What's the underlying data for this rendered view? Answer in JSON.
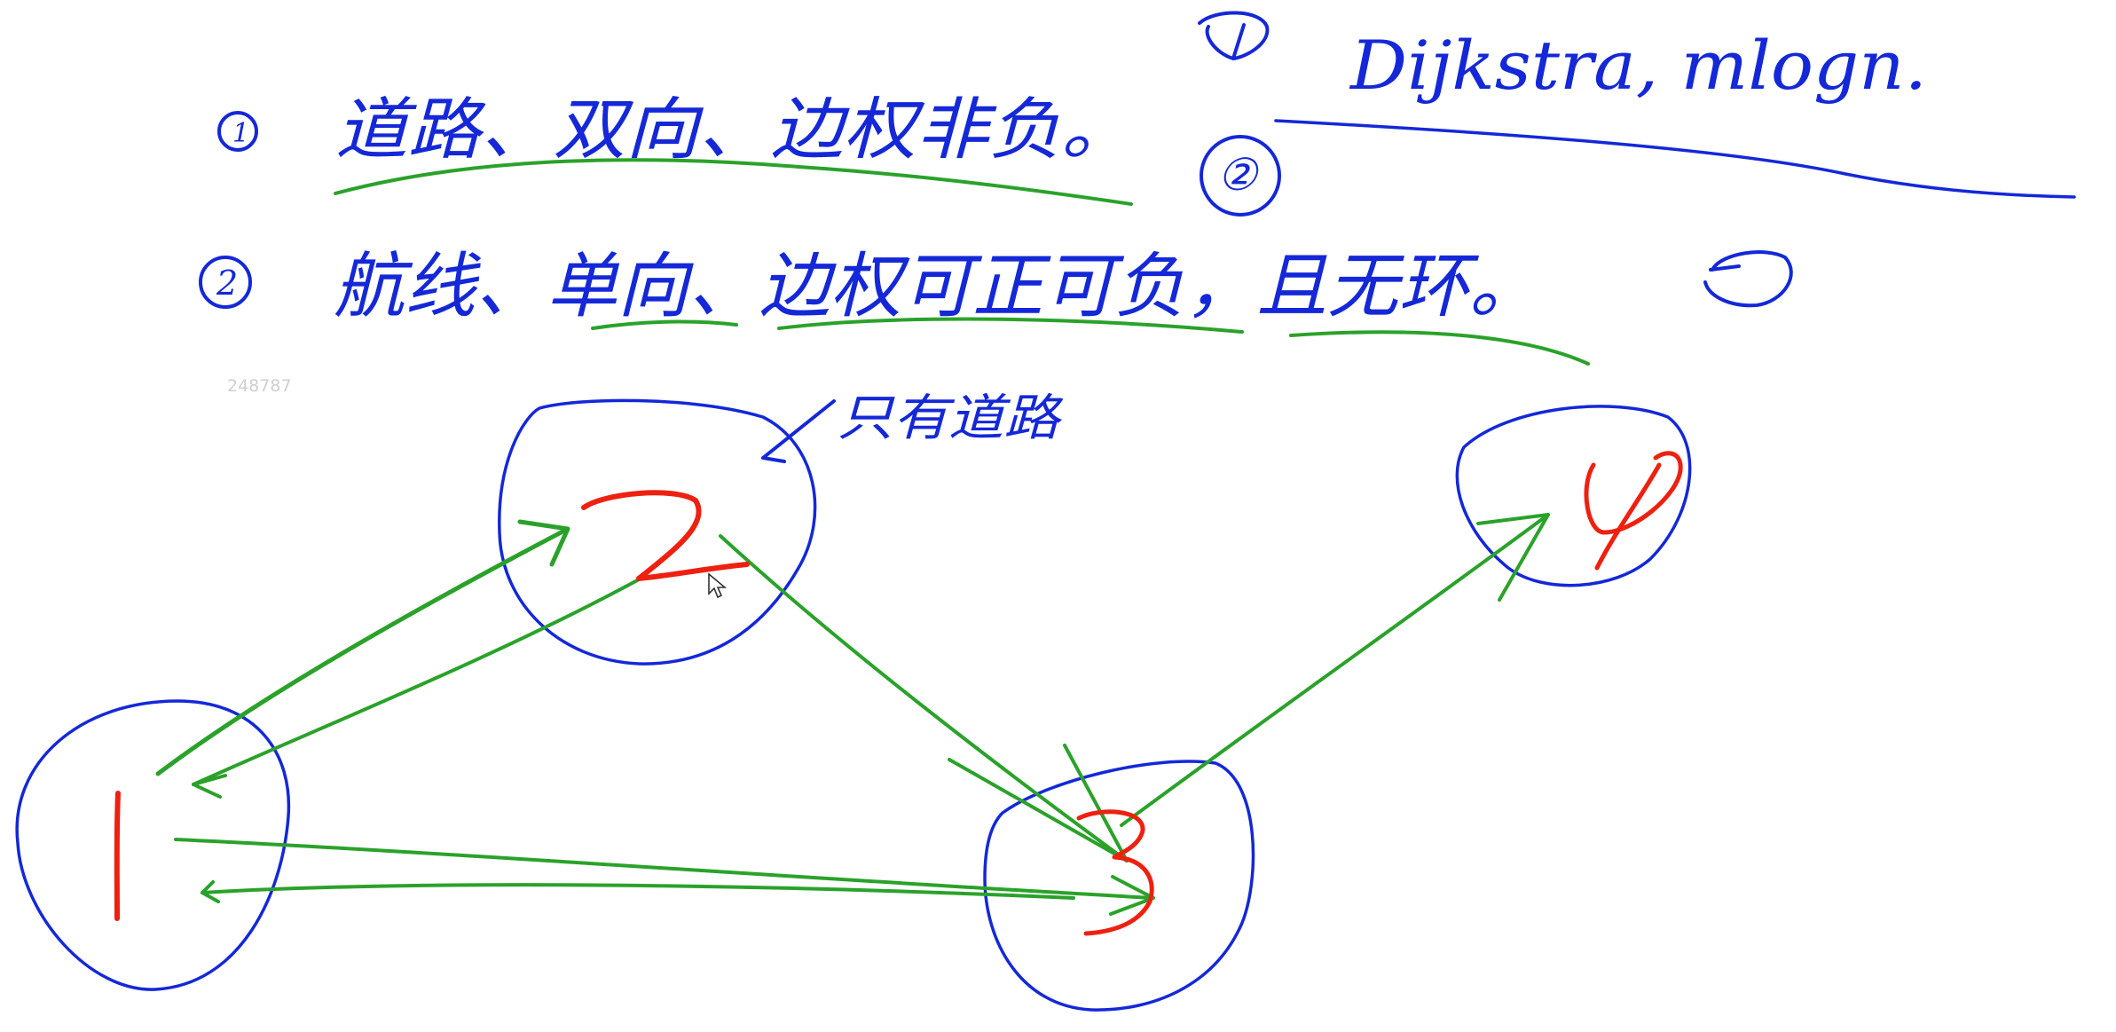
{
  "notes": {
    "item1": {
      "marker": "①",
      "text": "道路、双向、边权非负。"
    },
    "item2": {
      "marker": "②",
      "text": "航线、单向、边权可正可负，且无环。"
    },
    "right_top": {
      "text": "Dijkstra, mlogn."
    },
    "right_marker_a": "①",
    "right_marker_b": "②"
  },
  "annotation": {
    "text": "只有道路"
  },
  "watermark": "248787",
  "nodes": [
    {
      "id": "1",
      "label": "1"
    },
    {
      "id": "2",
      "label": "2"
    },
    {
      "id": "3",
      "label": "3"
    },
    {
      "id": "4",
      "label": "4"
    }
  ],
  "edges": [
    {
      "from": "1",
      "to": "2"
    },
    {
      "from": "2",
      "to": "1"
    },
    {
      "from": "1",
      "to": "3"
    },
    {
      "from": "3",
      "to": "1"
    },
    {
      "from": "2",
      "to": "3"
    },
    {
      "from": "3",
      "to": "4"
    }
  ],
  "colors": {
    "blue_ink": "#1428d8",
    "green_ink": "#2aa22a",
    "red_ink": "#ee2010"
  }
}
